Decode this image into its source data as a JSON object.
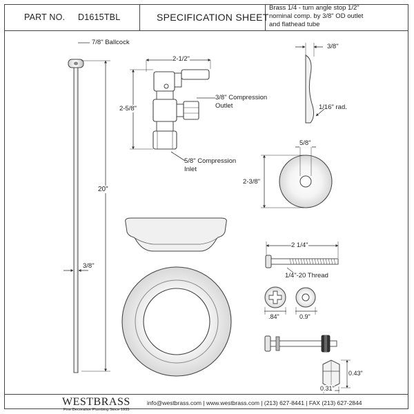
{
  "header": {
    "part_no_label": "PART NO.",
    "part_no": "D1615TBL",
    "title": "SPECIFICATION SHEET",
    "description": "Brass 1/4 - turn angle stop 1/2\" nominal comp. by 3/8\" OD outlet and flathead tube"
  },
  "dimensions": {
    "ballcock": "7/8\" Ballcock",
    "tube_length": "20\"",
    "tube_od": "3/8\"",
    "valve_width": "2-1/2\"",
    "valve_height": "2-5/8\"",
    "outlet": "3/8\" Compression",
    "outlet_word": "Outlet",
    "inlet": "5/8\" Compression",
    "inlet_word": "Inlet",
    "flange_depth": "3/8\"",
    "flange_radius": "1/16\" rad.",
    "flange_hole": "5/8\"",
    "flange_dia": "2-3/8\"",
    "bolt_length": "2 1/4\"",
    "bolt_thread": "1/4\"-20 Thread",
    "head_dia": ".84\"",
    "washer_dia": "0.9\"",
    "nut_height": "0.43\"",
    "nut_width": "0.31\""
  },
  "footer": {
    "brand": "WESTBRASS",
    "tagline": "Fine Decorative Plumbing Since 1935",
    "contact": "info@westbrass.com  |  www.westbrass.com  |  (213) 627-8441  |  FAX (213) 627-2844"
  }
}
